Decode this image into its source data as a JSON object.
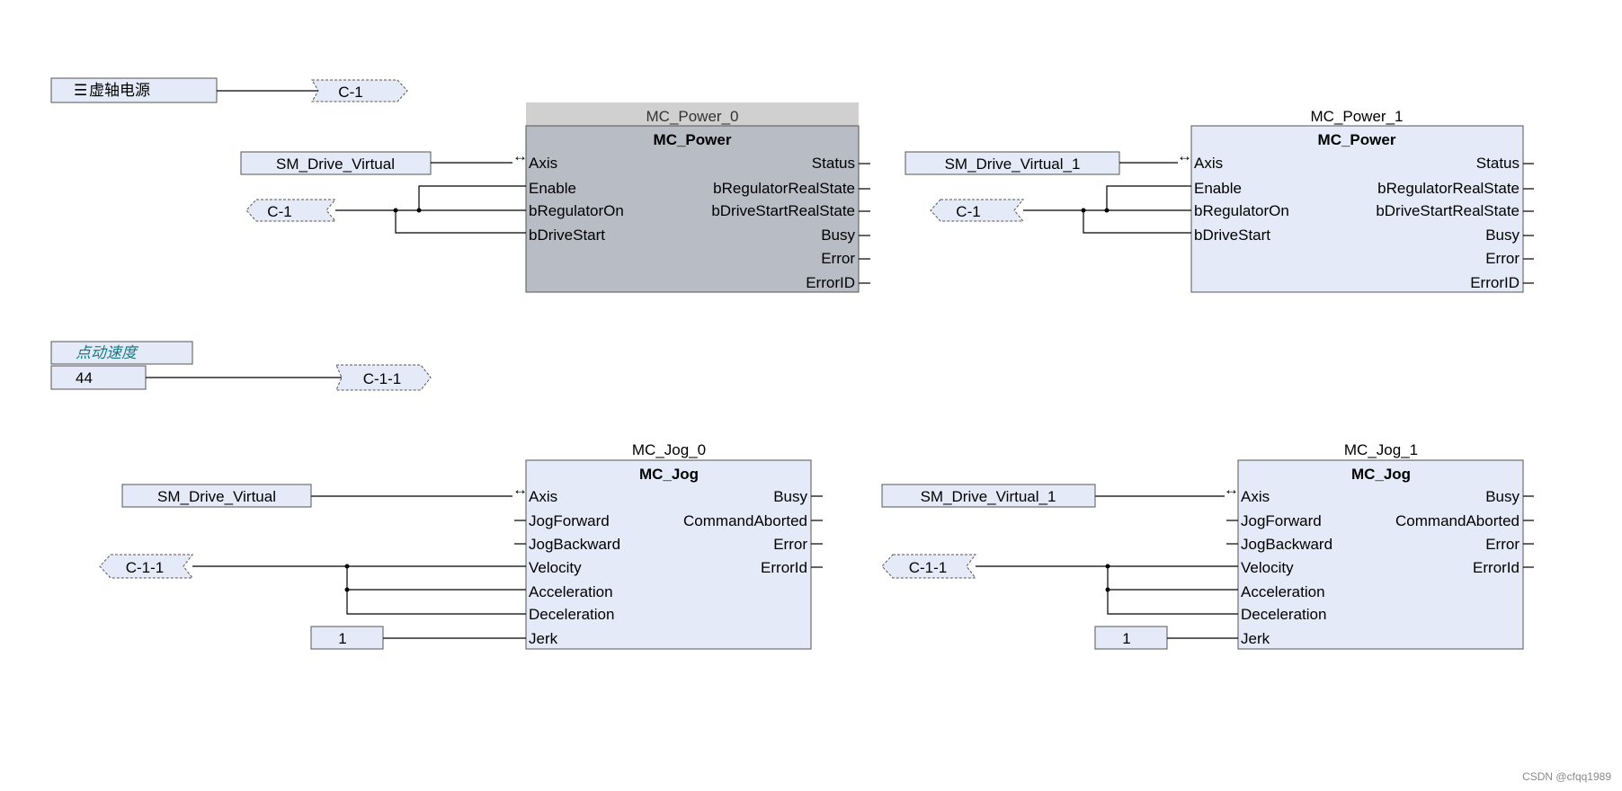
{
  "rung1": {
    "power_box": {
      "icon": "☰",
      "label": "虚轴电源"
    },
    "connector_out": "C-1",
    "fb_left": {
      "instance": "MC_Power_0",
      "type": "MC_Power",
      "axis_var": "SM_Drive_Virtual",
      "connector_in": "C-1",
      "inputs": [
        "Axis",
        "Enable",
        "bRegulatorOn",
        "bDriveStart"
      ],
      "outputs": [
        "Status",
        "bRegulatorRealState",
        "bDriveStartRealState",
        "Busy",
        "Error",
        "ErrorID"
      ]
    },
    "fb_right": {
      "instance": "MC_Power_1",
      "type": "MC_Power",
      "axis_var": "SM_Drive_Virtual_1",
      "connector_in": "C-1",
      "inputs": [
        "Axis",
        "Enable",
        "bRegulatorOn",
        "bDriveStart"
      ],
      "outputs": [
        "Status",
        "bRegulatorRealState",
        "bDriveStartRealState",
        "Busy",
        "Error",
        "ErrorID"
      ]
    }
  },
  "rung2": {
    "comment": "点动速度",
    "value": "44",
    "connector_out": "C-1-1"
  },
  "rung3": {
    "fb_left": {
      "instance": "MC_Jog_0",
      "type": "MC_Jog",
      "axis_var": "SM_Drive_Virtual",
      "connector_in": "C-1-1",
      "jerk_value": "1",
      "inputs": [
        "Axis",
        "JogForward",
        "JogBackward",
        "Velocity",
        "Acceleration",
        "Deceleration",
        "Jerk"
      ],
      "outputs": [
        "Busy",
        "CommandAborted",
        "Error",
        "ErrorId"
      ]
    },
    "fb_right": {
      "instance": "MC_Jog_1",
      "type": "MC_Jog",
      "axis_var": "SM_Drive_Virtual_1",
      "connector_in": "C-1-1",
      "jerk_value": "1",
      "inputs": [
        "Axis",
        "JogForward",
        "JogBackward",
        "Velocity",
        "Acceleration",
        "Deceleration",
        "Jerk"
      ],
      "outputs": [
        "Busy",
        "CommandAborted",
        "Error",
        "ErrorId"
      ]
    }
  },
  "watermark": "CSDN @cfqq1989",
  "colors": {
    "block_fill": "#e4eaf7",
    "selected_fill": "#b8bcc4",
    "comment_text": "#1a7a84"
  },
  "icons": {
    "axis_pin": "double-arrow-icon",
    "power_box": "list-icon"
  }
}
